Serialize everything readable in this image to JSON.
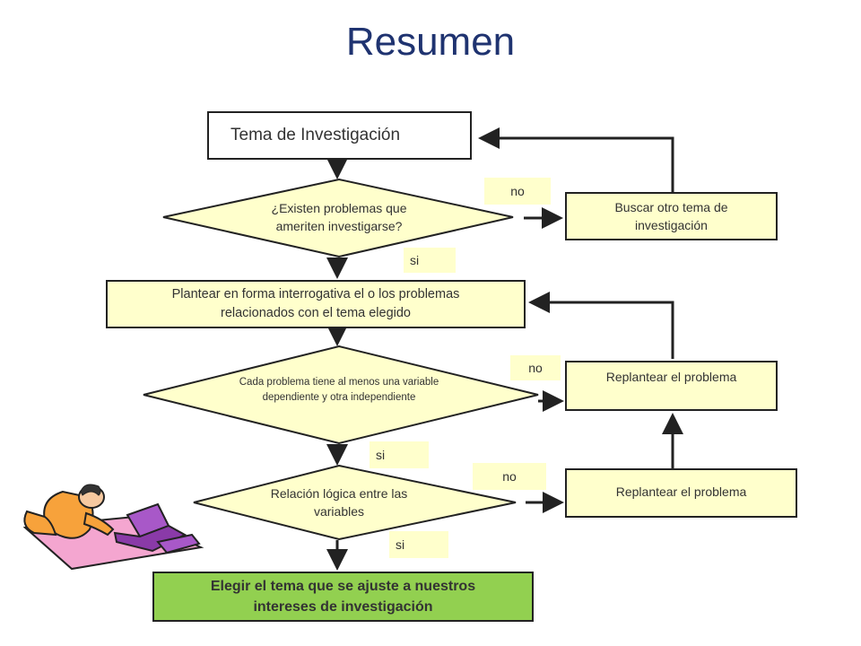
{
  "title": "Resumen",
  "nodes": {
    "tema": "Tema de Investigación",
    "q1": "¿Existen problemas que ameriten investigarse?",
    "buscar": "Buscar otro tema de investigación",
    "plantear": "Plantear en forma interrogativa  el o los problemas relacionados con el tema elegido",
    "q2": "Cada problema tiene al menos una variable dependiente y otra independiente",
    "replantear1": "Replantear el problema",
    "q3": "Relación lógica entre las variables",
    "replantear2": "Replantear el problema",
    "elegir": "Elegir el tema que se ajuste a nuestros intereses de investigación"
  },
  "labels": {
    "no1": "no",
    "si1": "si",
    "no2": "no",
    "si2": "si",
    "no3": "no",
    "si3": "si"
  },
  "colors": {
    "title": "#1f3370",
    "box_fill": "#ffffcc",
    "final_fill": "#92d050",
    "rug": "#f4a6d0",
    "laptop": "#a858c8"
  },
  "illustration": "person-working-at-laptop-clipart"
}
